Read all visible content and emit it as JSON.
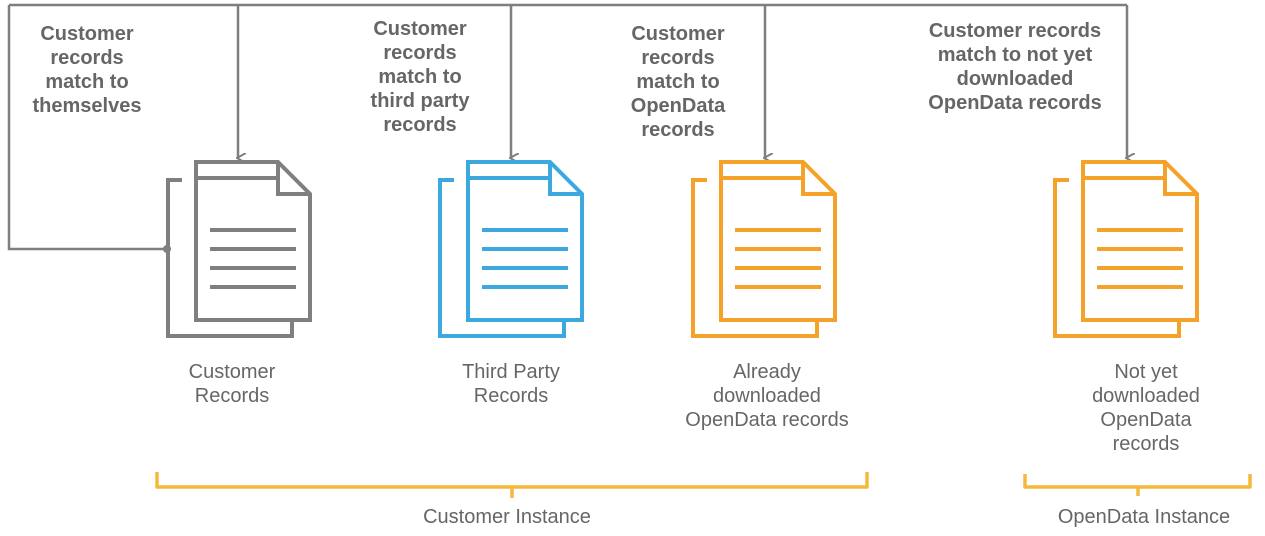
{
  "colors": {
    "gray": "#7f7f7f",
    "blue": "#3ba9de",
    "orange": "#f5a22a",
    "text": "#666666",
    "bracket": "#f5b83c"
  },
  "match_labels": {
    "self": "Customer\nrecords\nmatch to\nthemselves",
    "third_party": "Customer\nrecords\nmatch to\nthird party\nrecords",
    "opendata": "Customer\nrecords\nmatch to\nOpenData\nrecords",
    "not_downloaded": "Customer records\nmatch to not yet\ndownloaded\nOpenData records"
  },
  "documents": [
    {
      "id": "customer",
      "label": "Customer\nRecords",
      "color": "gray",
      "icon": "document-stack-icon"
    },
    {
      "id": "third-party",
      "label": "Third Party\nRecords",
      "color": "blue",
      "icon": "document-stack-icon"
    },
    {
      "id": "already-downloaded",
      "label": "Already\ndownloaded\nOpenData records",
      "color": "orange",
      "icon": "document-stack-icon"
    },
    {
      "id": "not-yet-downloaded",
      "label": "Not yet downloaded\nOpenData records",
      "color": "orange",
      "icon": "document-stack-icon"
    }
  ],
  "instances": {
    "customer": "Customer Instance",
    "opendata": "OpenData Instance"
  }
}
